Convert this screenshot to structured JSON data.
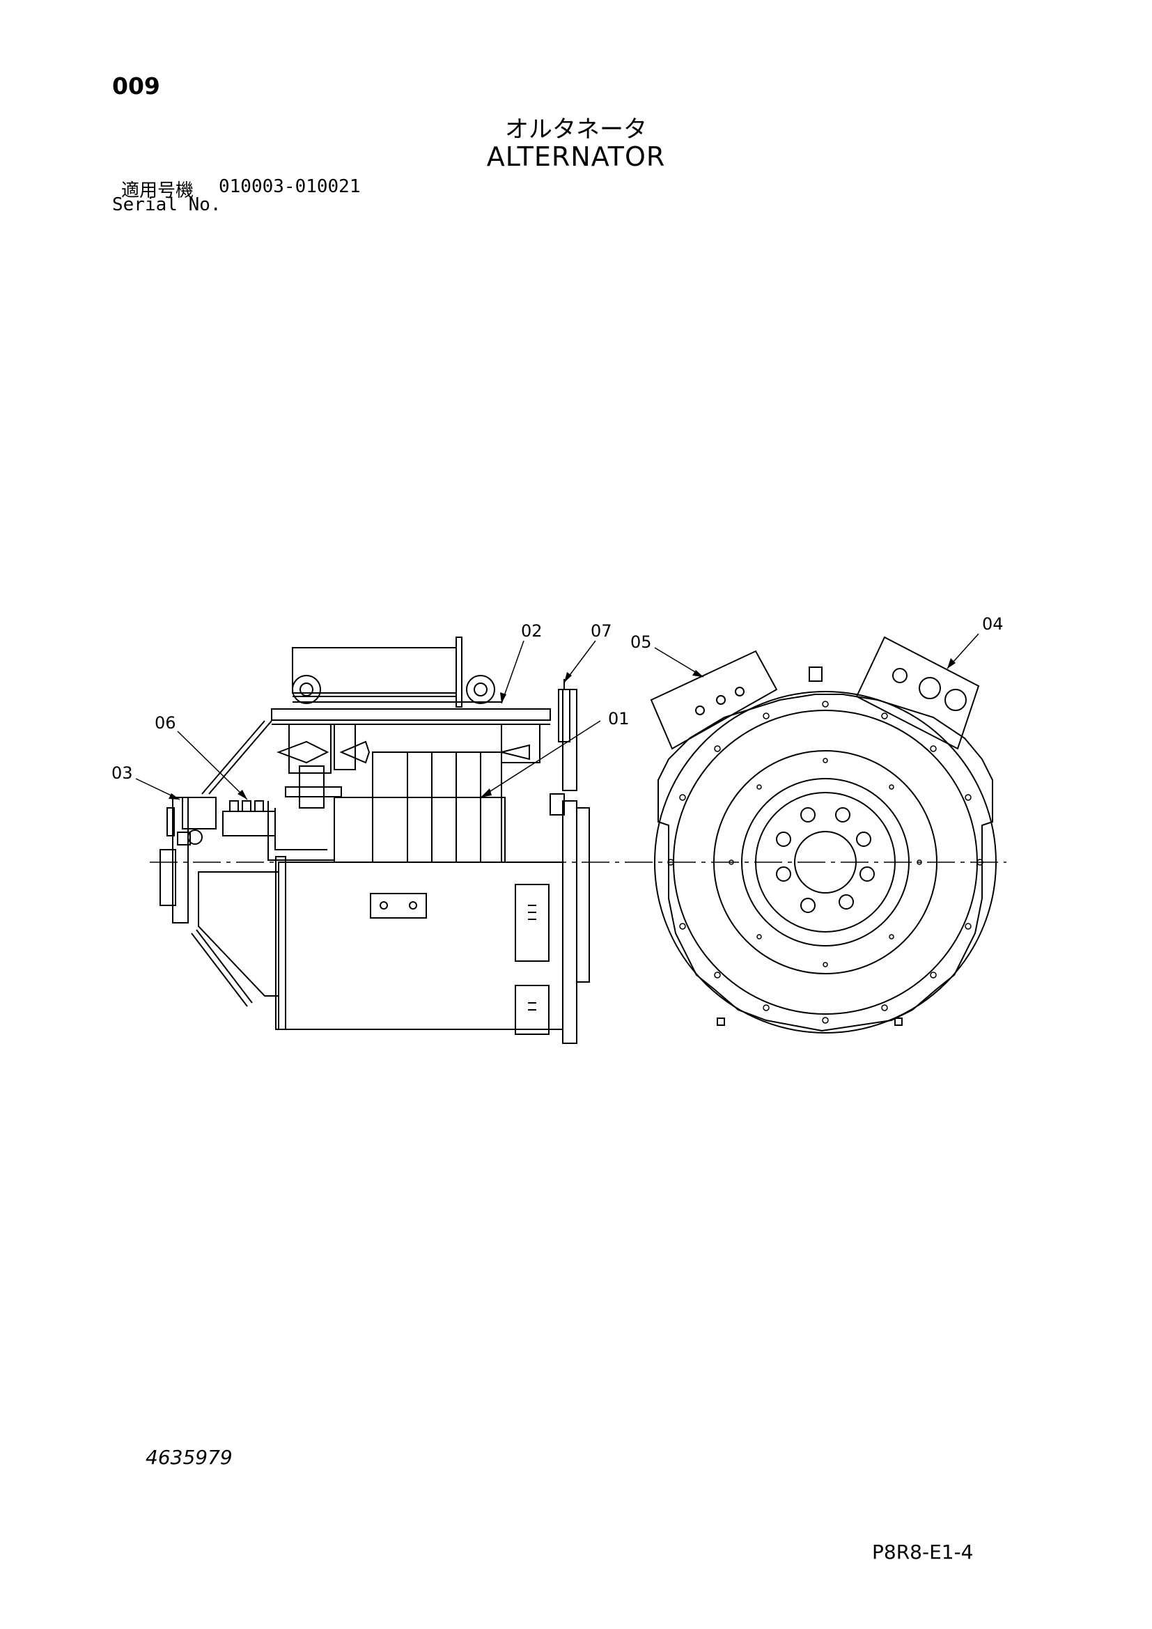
{
  "header": {
    "page_number": "009",
    "title_jp": "オルタネータ",
    "title_en": "ALTERNATOR",
    "serial_label_jp": "適用号機",
    "serial_range": "010003-010021",
    "serial_label_en": "Serial No."
  },
  "callouts": [
    "01",
    "02",
    "03",
    "04",
    "05",
    "06",
    "07"
  ],
  "footer": {
    "drawing_number": "4635979",
    "sheet_code": "P8R8-E1-4"
  }
}
